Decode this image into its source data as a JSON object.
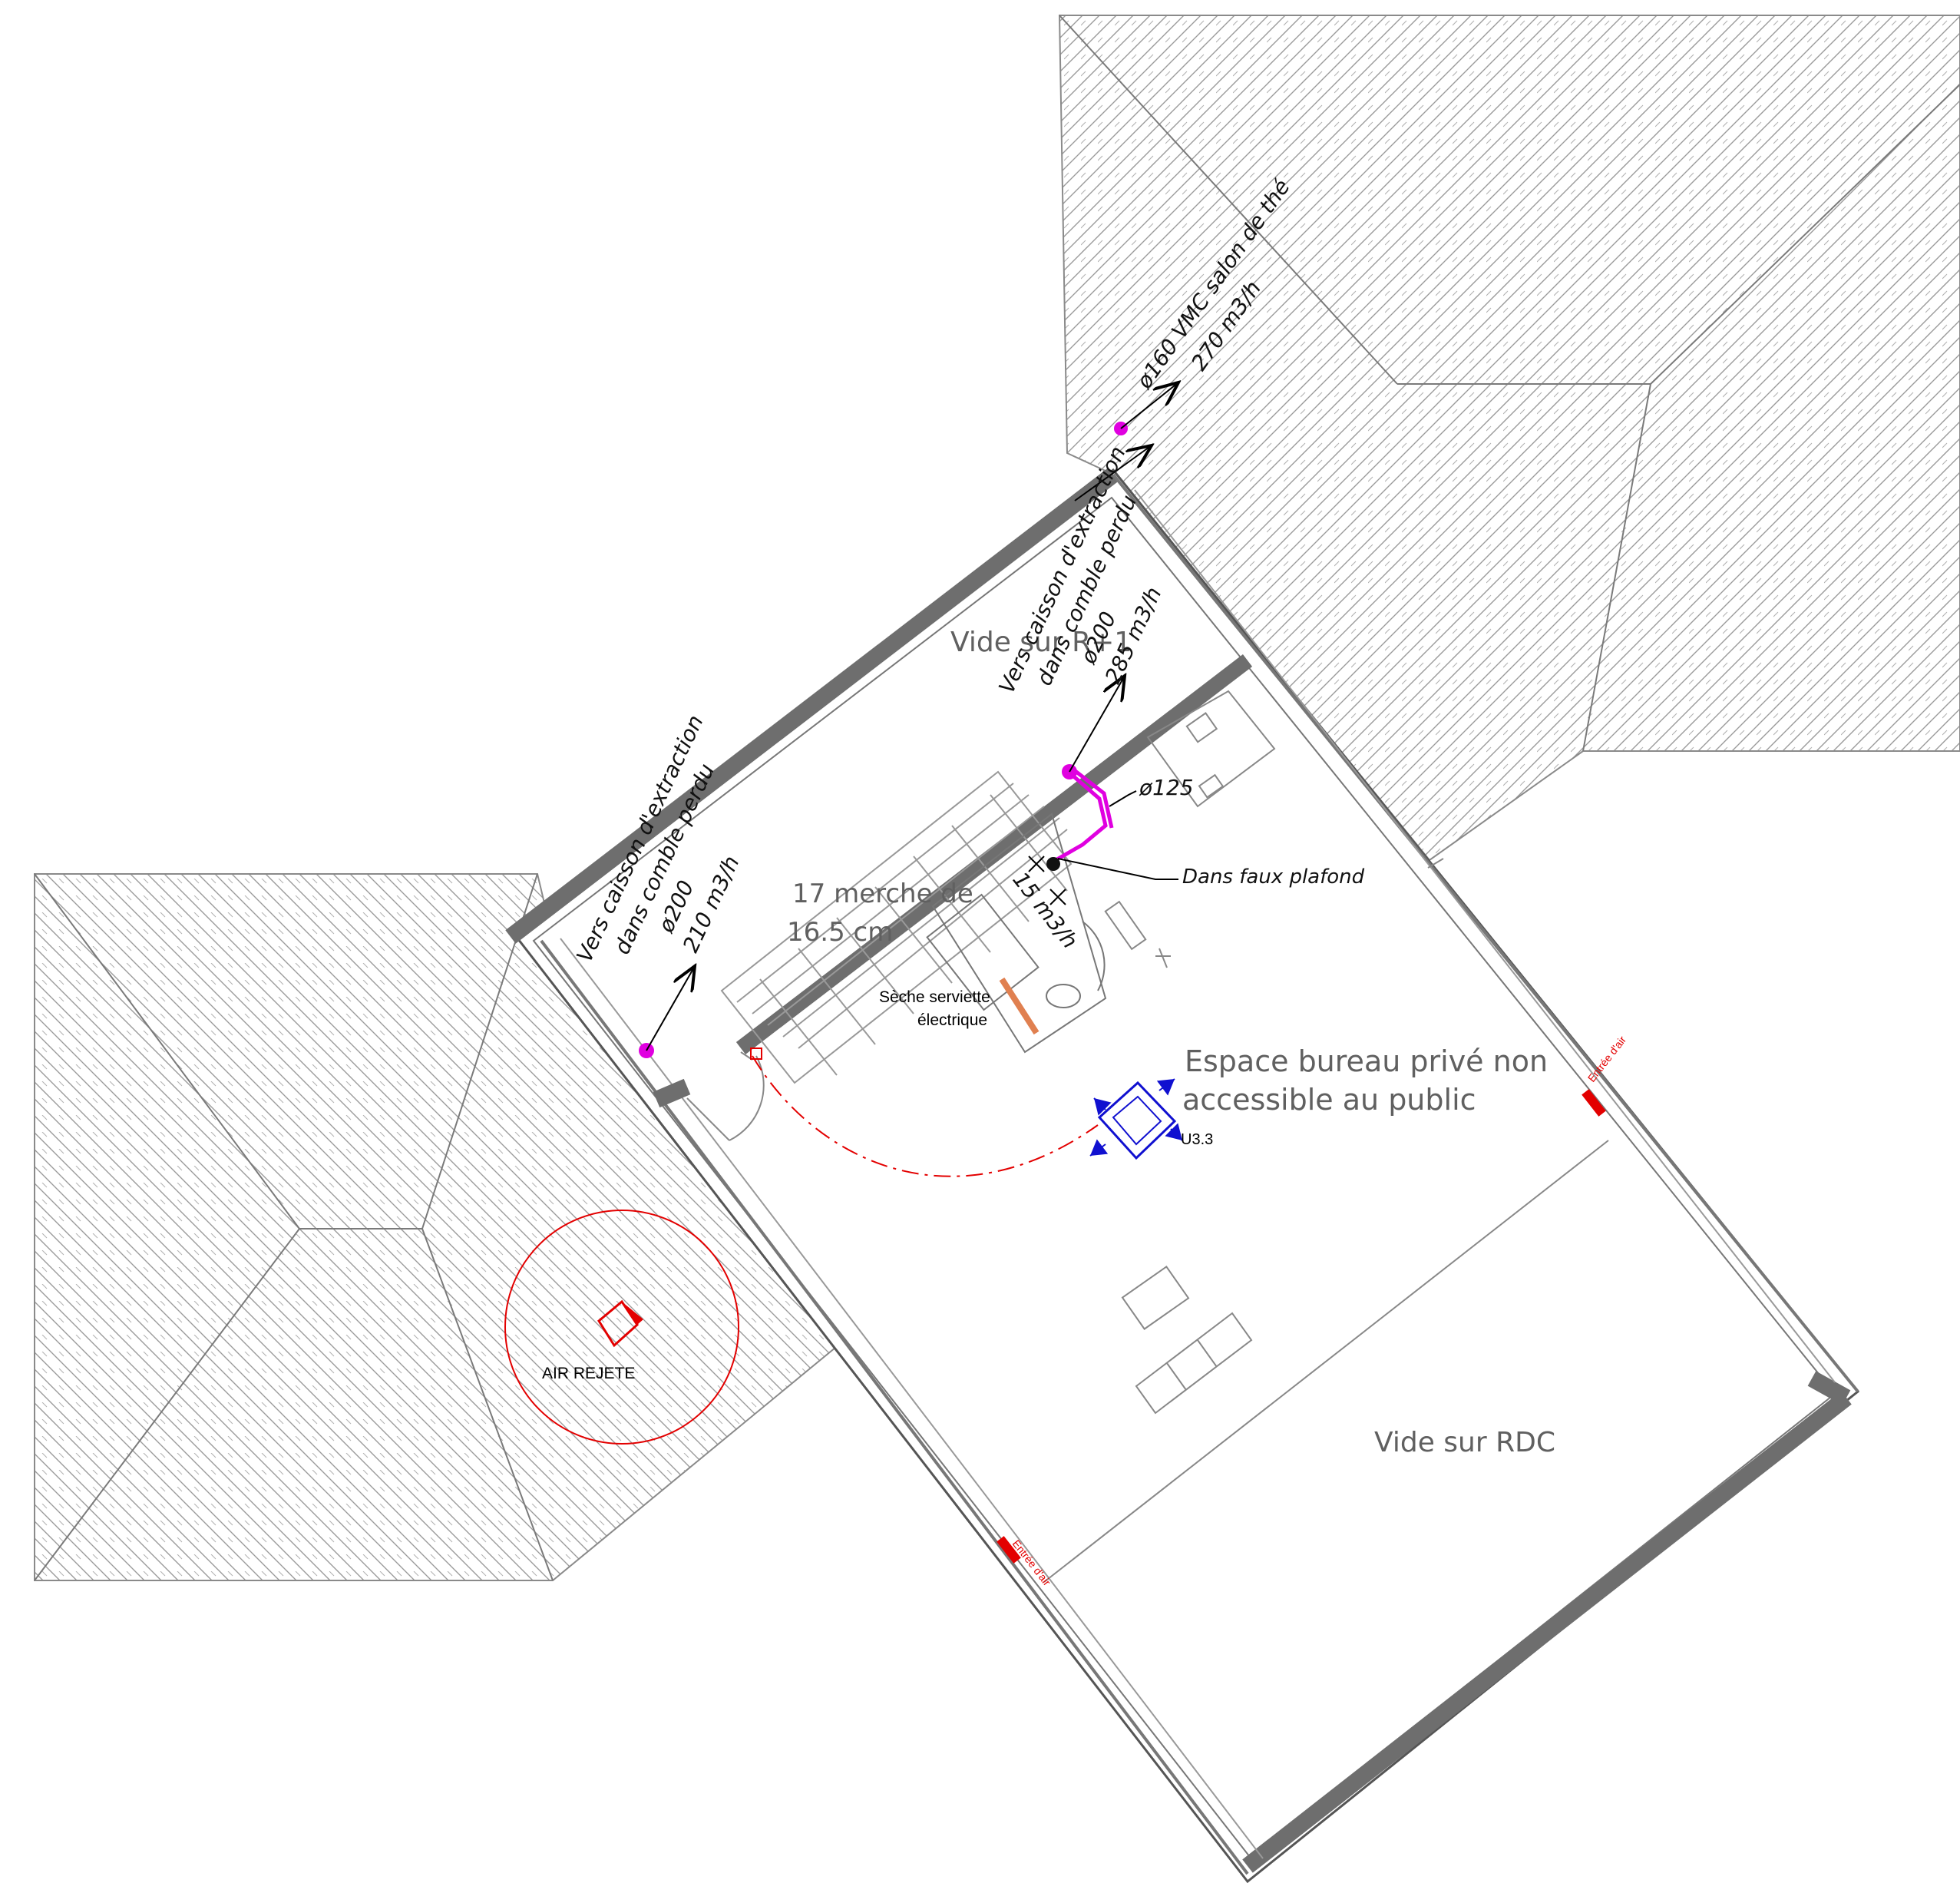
{
  "labels": {
    "room_mezzanine": "Vide sur R+1",
    "room_office_line1": "Espace bureau privé non",
    "room_office_line2": "accessible au public",
    "room_void": "Vide sur RDC",
    "stairs_line1": "17 merche de",
    "stairs_line2": "16.5 cm",
    "towel_dryer_line1": "Sèche serviette",
    "towel_dryer_line2": "électrique",
    "air_rejected": "AIR REJETE",
    "unit_code": "U3.3",
    "false_ceiling": "Dans faux plafond",
    "duct_125": "ø125",
    "flow_15": "15 m3/h",
    "air_inlet": "Entrée d'air"
  },
  "annotations": {
    "vmc_tea_room": {
      "line1": "ø160 VMC salon de thé",
      "line2": "270 m3/h"
    },
    "extraction_left": {
      "line1": "Vers caisson d'extraction",
      "line2": "dans comble perdu",
      "line3": "ø200",
      "line4": "210 m3/h"
    },
    "extraction_center": {
      "line1": "Vers caisson d'extraction",
      "line2": "dans comble perdu",
      "line3": "ø200",
      "line4": "285 m3/h"
    }
  },
  "colors": {
    "wall": "#6e6e6e",
    "hatch": "#9a9a9a",
    "duct": "#e000e0",
    "alert": "#e30000",
    "unit": "#1010d0"
  }
}
